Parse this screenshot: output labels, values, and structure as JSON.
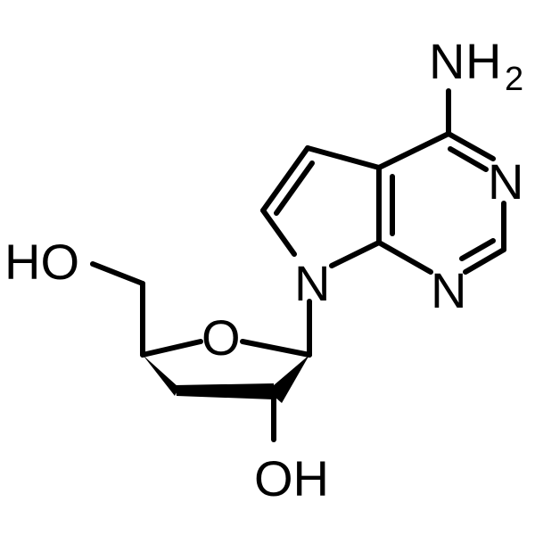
{
  "labels": {
    "amine_n": "N",
    "amine_h": "H",
    "amine_sub": "2",
    "ring_n_upper": "N",
    "ring_n_lower": "N",
    "ring_n_pyrrole": "N",
    "ring_o": "O",
    "hydroxyl_left": "HO",
    "hydroxyl_bottom": "OH"
  },
  "colors": {
    "ink": "#000000",
    "background": "#ffffff"
  }
}
